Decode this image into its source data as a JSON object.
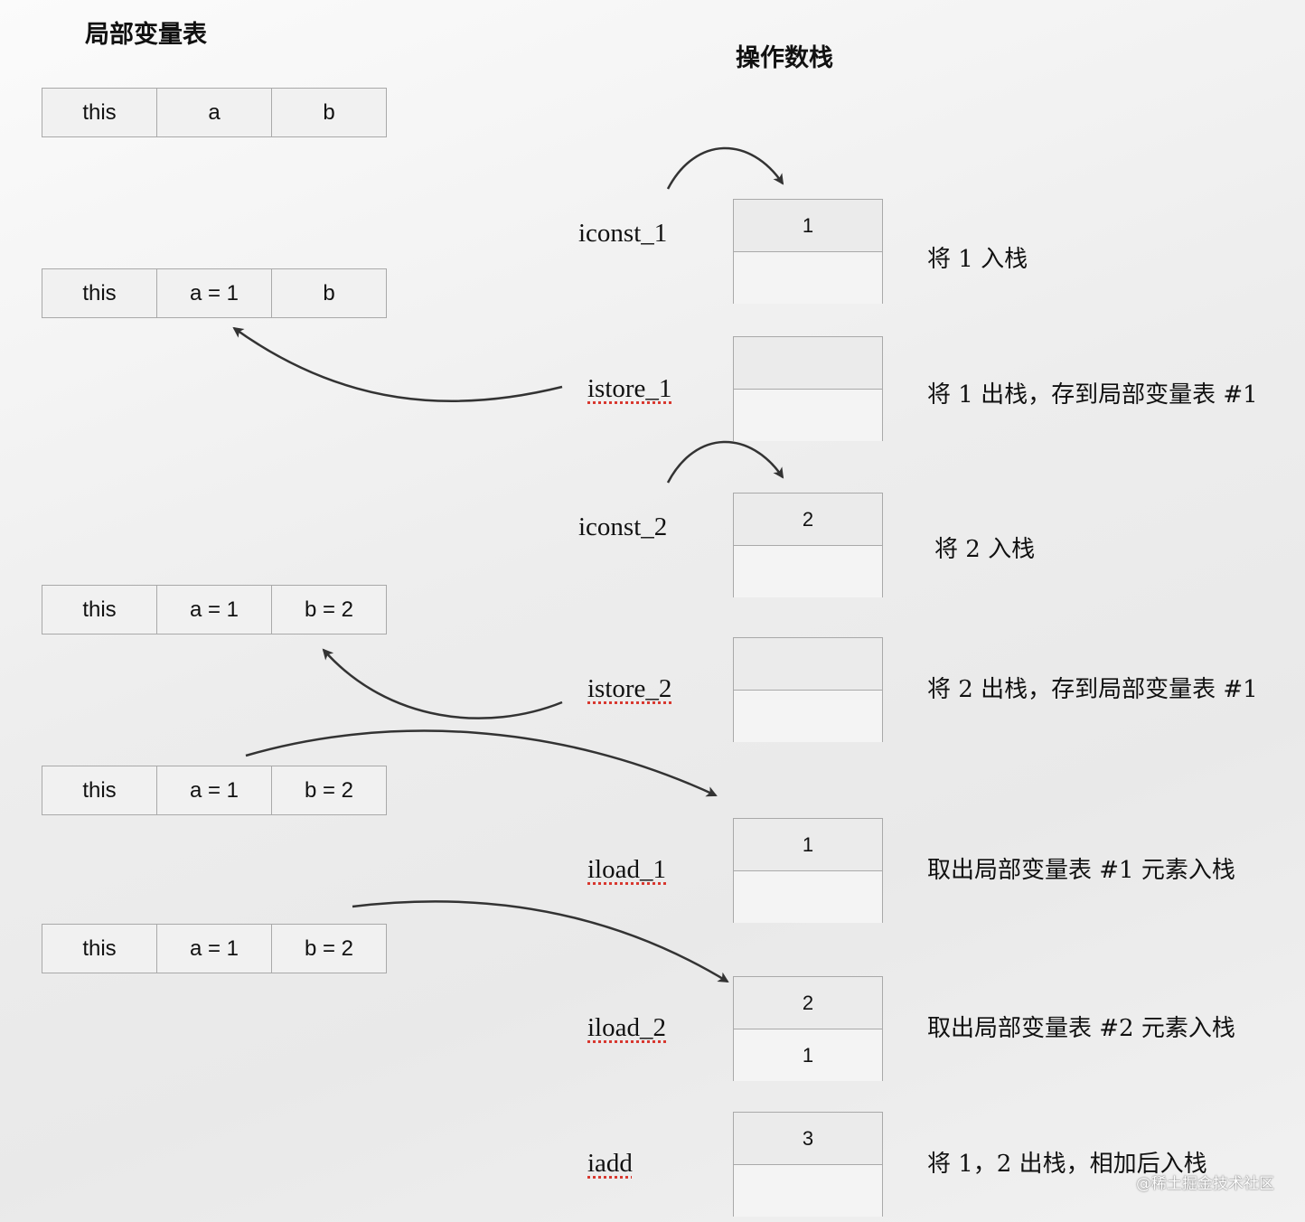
{
  "headings": {
    "local_var_table": "局部变量表",
    "operand_stack": "操作数栈"
  },
  "local_var_tables": [
    {
      "cells": [
        "this",
        "a",
        "b"
      ]
    },
    {
      "cells": [
        "this",
        "a = 1",
        "b"
      ]
    },
    {
      "cells": [
        "this",
        "a = 1",
        "b = 2"
      ]
    },
    {
      "cells": [
        "this",
        "a = 1",
        "b = 2"
      ]
    },
    {
      "cells": [
        "this",
        "a = 1",
        "b = 2"
      ]
    }
  ],
  "steps": [
    {
      "instruction": "iconst_1",
      "stack": [
        "1",
        ""
      ],
      "description": "将 1 入栈"
    },
    {
      "instruction": "istore_1",
      "stack": [
        "",
        ""
      ],
      "description": "将 1 出栈，存到局部变量表 #1"
    },
    {
      "instruction": "iconst_2",
      "stack": [
        "2",
        ""
      ],
      "description": "将 2 入栈"
    },
    {
      "instruction": "istore_2",
      "stack": [
        "",
        ""
      ],
      "description": "将 2 出栈，存到局部变量表 #1"
    },
    {
      "instruction": "iload_1",
      "stack": [
        "1",
        ""
      ],
      "description": "取出局部变量表 #1 元素入栈"
    },
    {
      "instruction": "iload_2",
      "stack": [
        "2",
        "1"
      ],
      "description": "取出局部变量表 #2 元素入栈"
    },
    {
      "instruction": "iadd",
      "stack": [
        "3",
        ""
      ],
      "description": "将 1，2 出栈，相加后入栈"
    }
  ],
  "watermark": "@稀土掘金技术社区"
}
